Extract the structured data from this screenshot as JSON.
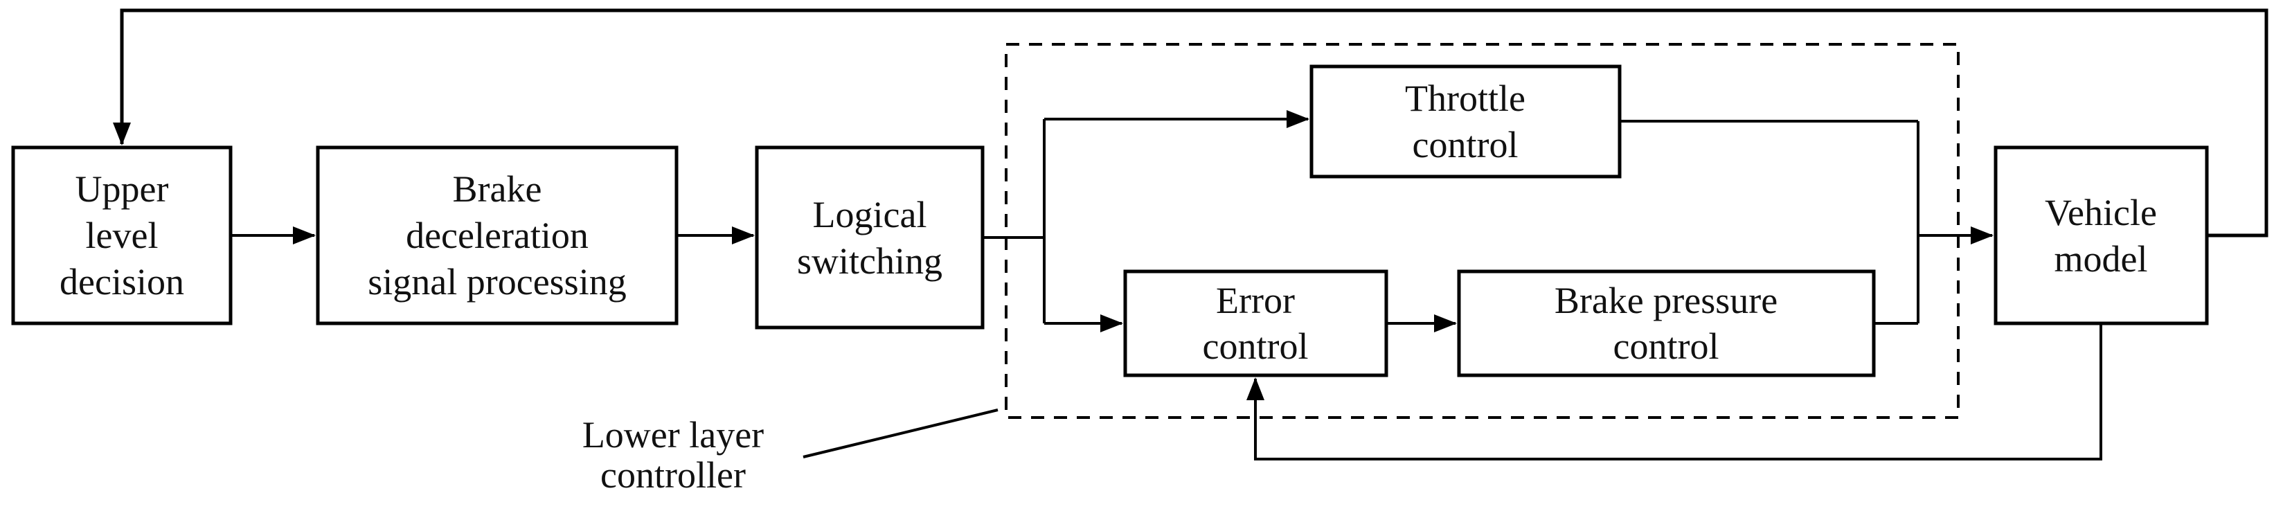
{
  "diagram": {
    "background": "#ffffff",
    "stroke_color": "#000000",
    "nodes": {
      "upper_level_decision": {
        "lines": [
          "Upper",
          "level",
          "decision"
        ]
      },
      "brake_deceleration_signal_processing": {
        "lines": [
          "Brake",
          "deceleration",
          "signal processing"
        ]
      },
      "logical_switching": {
        "lines": [
          "Logical",
          "switching"
        ]
      },
      "throttle_control": {
        "lines": [
          "Throttle",
          "control"
        ]
      },
      "error_control": {
        "lines": [
          "Error",
          "control"
        ]
      },
      "brake_pressure_control": {
        "lines": [
          "Brake pressure",
          "control"
        ]
      },
      "vehicle_model": {
        "lines": [
          "Vehicle",
          "model"
        ]
      }
    },
    "labels": {
      "lower_layer_controller": {
        "lines": [
          "Lower layer",
          "controller"
        ]
      }
    }
  }
}
